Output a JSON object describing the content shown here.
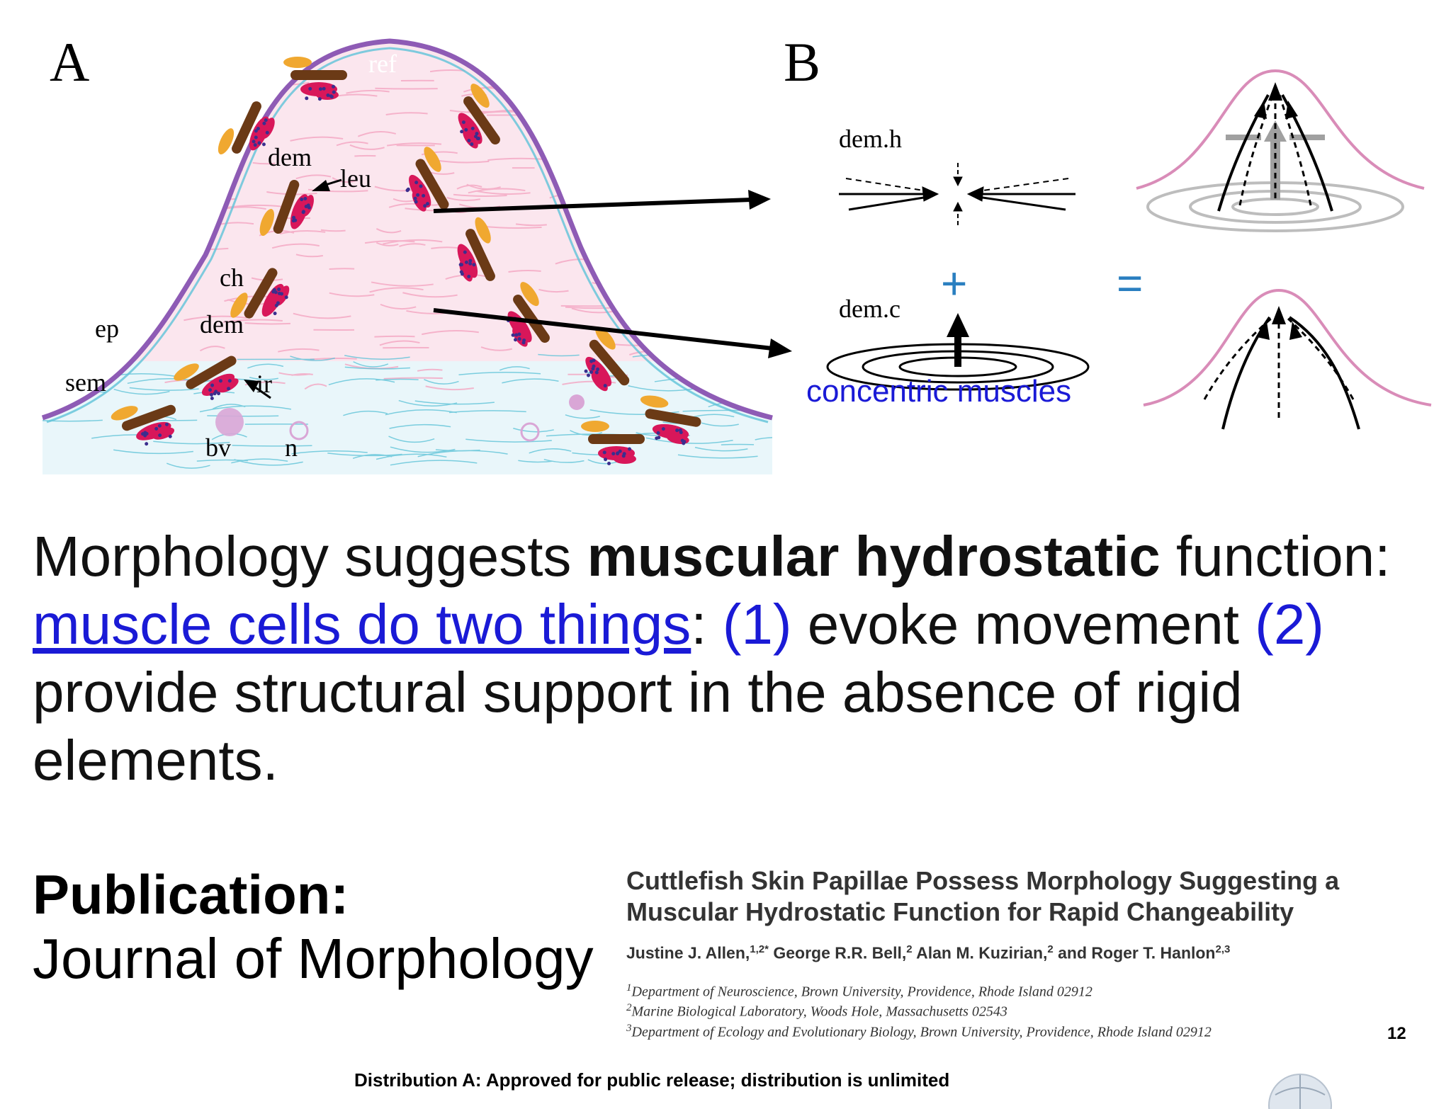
{
  "figure": {
    "panel_a": {
      "letter": "A",
      "labels": {
        "ref": "ref",
        "dem_upper": "dem",
        "leu": "leu",
        "ch": "ch",
        "ep": "ep",
        "dem_lower": "dem",
        "sem": "sem",
        "ir": "ir",
        "bv": "bv",
        "n": "n"
      }
    },
    "panel_b": {
      "letter": "B",
      "dem_h": "dem.h",
      "dem_c": "dem.c",
      "plus": "+",
      "equals": "=",
      "concentric_label": "concentric muscles"
    },
    "colors": {
      "tissue_pink": "#f2b8cc",
      "epidermis_purple": "#8e5bb5",
      "connective_cyan": "#5fc3d8",
      "muscle_brown": "#6b3a16",
      "chromatophore_orange": "#f0a830",
      "reflector_red": "#d8175a",
      "leucophore_blue": "#3a2e8e",
      "operator_blue": "#2a7fc0",
      "annotation_blue": "#1a1ad6"
    }
  },
  "body": {
    "line1_pre": "Morphology suggests ",
    "line1_bold": "muscular hydrostatic",
    "line1_post": " function:",
    "link_text": "muscle cells do two things",
    "colon": ": ",
    "num1": "(1)",
    "evoke": " evoke movement ",
    "num2": "(2)",
    "rest": " provide structural support in the absence of rigid elements."
  },
  "publication": {
    "label": "Publication:",
    "journal": "Journal of Morphology",
    "title": "Cuttlefish Skin Papillae Possess Morphology Suggesting a Muscular Hydrostatic Function for Rapid Changeability",
    "authors": {
      "a1": "Justine J. Allen,",
      "a1_sup": "1,2*",
      "a2": " George R.R. Bell,",
      "a2_sup": "2",
      "a3": " Alan M. Kuzirian,",
      "a3_sup": "2",
      "a4": " and Roger T. Hanlon",
      "a4_sup": "2,3"
    },
    "affiliations": [
      {
        "sup": "1",
        "text": "Department of Neuroscience, Brown University, Providence, Rhode Island 02912"
      },
      {
        "sup": "2",
        "text": "Marine Biological Laboratory, Woods Hole, Massachusetts 02543"
      },
      {
        "sup": "3",
        "text": "Department of Ecology and Evolutionary Biology, Brown University, Providence, Rhode Island 02912"
      }
    ]
  },
  "footer": {
    "page_number": "12",
    "distribution": "Distribution A:  Approved for public release; distribution is unlimited"
  }
}
